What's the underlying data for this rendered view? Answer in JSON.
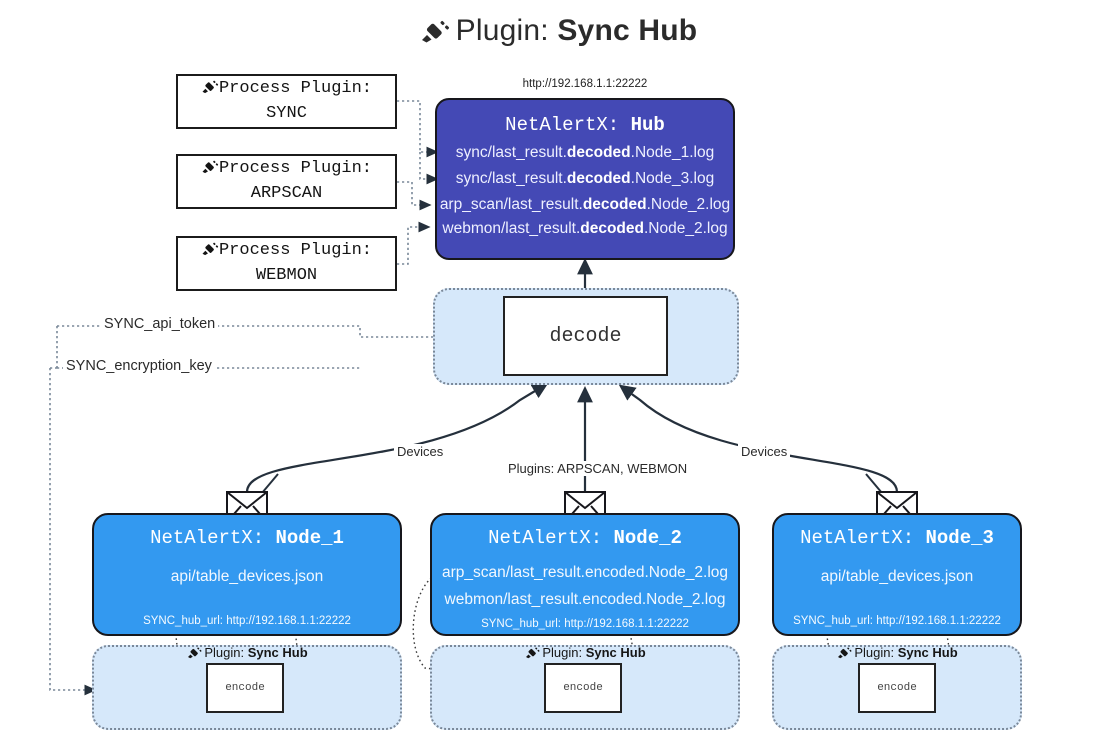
{
  "title": {
    "icon": "plug-icon",
    "prefix": "Plugin: ",
    "name": "Sync Hub"
  },
  "hub": {
    "url": "http://192.168.1.1:22222",
    "title_prefix": "NetAlertX: ",
    "title_name": "Hub",
    "lines": [
      {
        "pre": "sync/last_result.",
        "bold": "decoded",
        "post": ".Node_1.log"
      },
      {
        "pre": "sync/last_result.",
        "bold": "decoded",
        "post": ".Node_3.log"
      },
      {
        "pre": "arp_scan/last_result.",
        "bold": "decoded",
        "post": ".Node_2.log"
      },
      {
        "pre": "webmon/last_result.",
        "bold": "decoded",
        "post": ".Node_2.log"
      }
    ]
  },
  "process_plugins": [
    {
      "line1": "Process Plugin:",
      "line2": "SYNC",
      "icon": "plug-icon"
    },
    {
      "line1": "Process Plugin:",
      "line2": "ARPSCAN",
      "icon": "plug-icon"
    },
    {
      "line1": "Process Plugin:",
      "line2": "WEBMON",
      "icon": "plug-icon"
    }
  ],
  "decode": {
    "label": "decode"
  },
  "tokens": [
    {
      "label": "SYNC_api_token"
    },
    {
      "label": "SYNC_encryption_key"
    }
  ],
  "edge_labels": {
    "devices_left": "Devices",
    "devices_right": "Devices",
    "plugins_center": "Plugins: ARPSCAN, WEBMON"
  },
  "nodes": [
    {
      "title_prefix": "NetAlertX: ",
      "title_name": "Node_1",
      "lines": [
        "api/table_devices.json"
      ],
      "hub_url": "SYNC_hub_url: http://192.168.1.1:22222",
      "mail_icon": "envelope-icon"
    },
    {
      "title_prefix": "NetAlertX: ",
      "title_name": "Node_2",
      "lines": [
        "arp_scan/last_result.encoded.Node_2.log",
        "webmon/last_result.encoded.Node_2.log"
      ],
      "hub_url": "SYNC_hub_url: http://192.168.1.1:22222",
      "mail_icon": "envelope-icon"
    },
    {
      "title_prefix": "NetAlertX: ",
      "title_name": "Node_3",
      "lines": [
        "api/table_devices.json"
      ],
      "hub_url": "SYNC_hub_url: http://192.168.1.1:22222",
      "mail_icon": "envelope-icon"
    }
  ],
  "encoders": [
    {
      "caption_prefix": "Plugin: ",
      "caption_name": "Sync Hub",
      "label": "encode",
      "icon": "plug-icon"
    },
    {
      "caption_prefix": "Plugin: ",
      "caption_name": "Sync Hub",
      "label": "encode",
      "icon": "plug-icon"
    },
    {
      "caption_prefix": "Plugin: ",
      "caption_name": "Sync Hub",
      "label": "encode",
      "icon": "plug-icon"
    }
  ],
  "colors": {
    "hub_fill": "#4449b5",
    "node_fill": "#3399f0",
    "container_fill": "#d6e8fa",
    "stroke": "#17171c",
    "dotted_stroke": "#7a8899",
    "background": "#ffffff"
  }
}
